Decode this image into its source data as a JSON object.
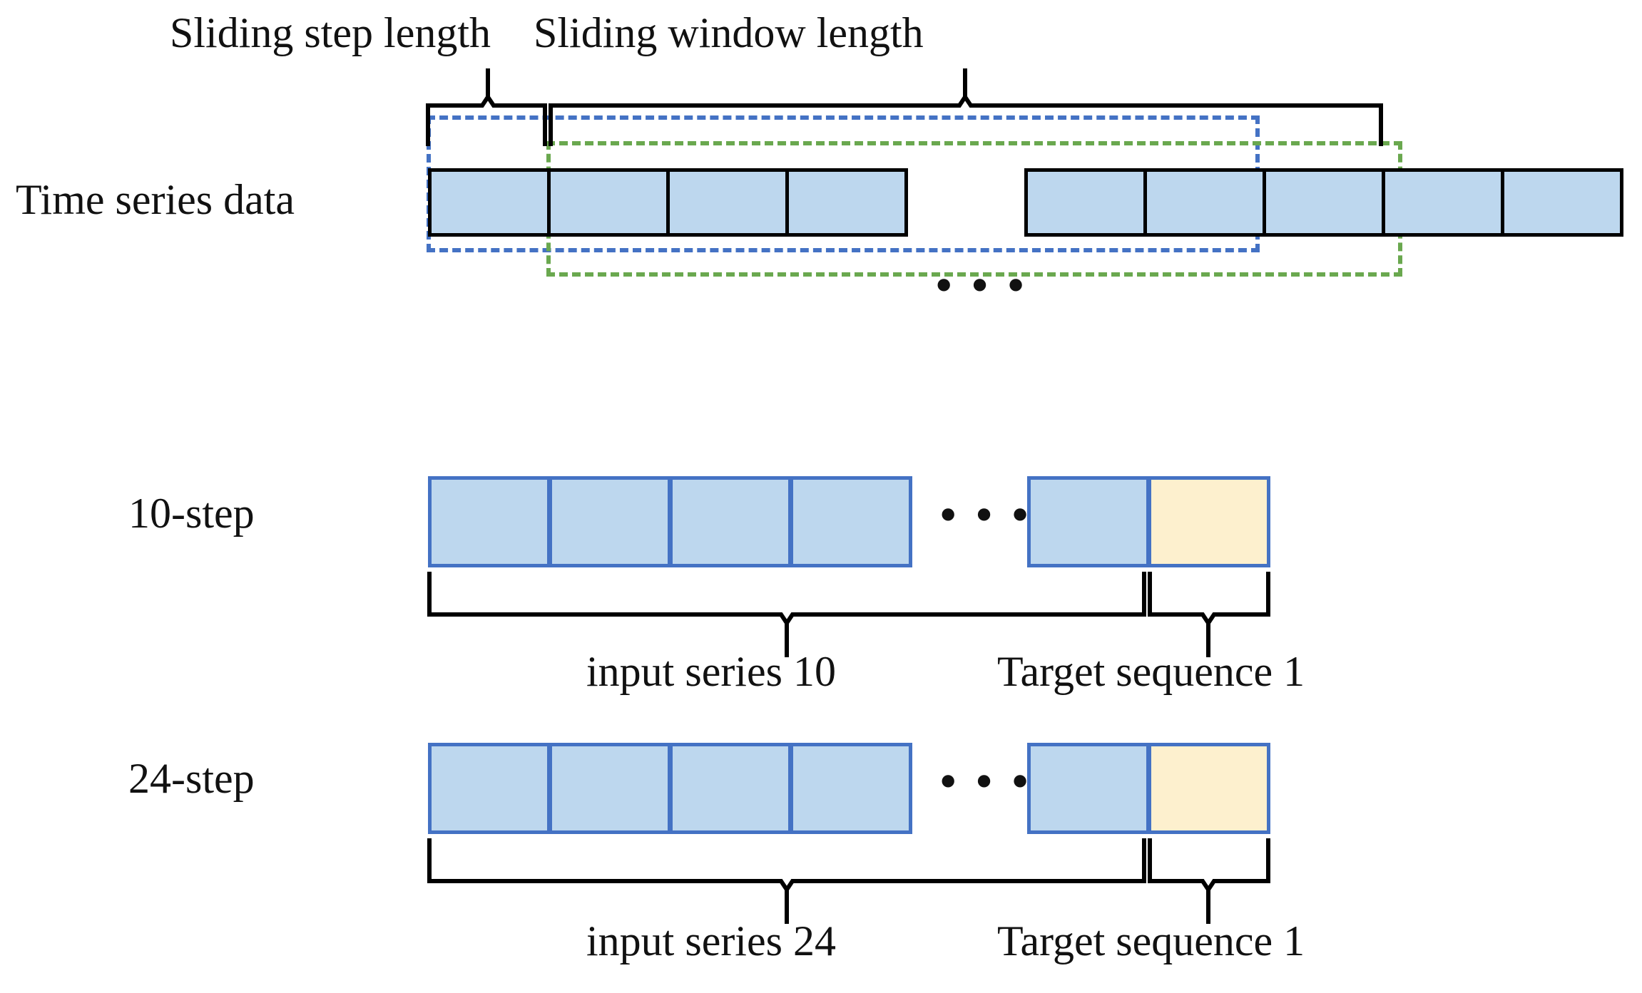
{
  "diagram": {
    "title_top_left": "Sliding step length",
    "title_top_right": "Sliding window length",
    "ellipsis": "• • •",
    "colors": {
      "cell_blue_fill": "#bdd7ee",
      "cell_yellow_fill": "#fdf0ce",
      "cell_blue_border": "#4472c4",
      "cell_black_border": "#000000",
      "window_dash_blue": "#4472c4",
      "window_dash_green": "#6aa84f"
    },
    "rows": [
      {
        "label": "Time series data",
        "cell_count_left": 4,
        "cell_count_right": 5,
        "has_ellipsis": true,
        "windows": [
          {
            "name": "window-1",
            "color": "#4472c4",
            "style": "dashed"
          },
          {
            "name": "window-2",
            "color": "#6aa84f",
            "style": "dashed"
          }
        ]
      },
      {
        "label": "10-step",
        "cell_count_left": 4,
        "cell_count_right": 2,
        "has_ellipsis": true,
        "input_label": "input series 10",
        "target_label": "Target sequence 1",
        "target_cell_index": 1
      },
      {
        "label": "24-step",
        "cell_count_left": 4,
        "cell_count_right": 2,
        "has_ellipsis": true,
        "input_label": "input series 24",
        "target_label": "Target sequence 1",
        "target_cell_index": 1
      }
    ]
  }
}
